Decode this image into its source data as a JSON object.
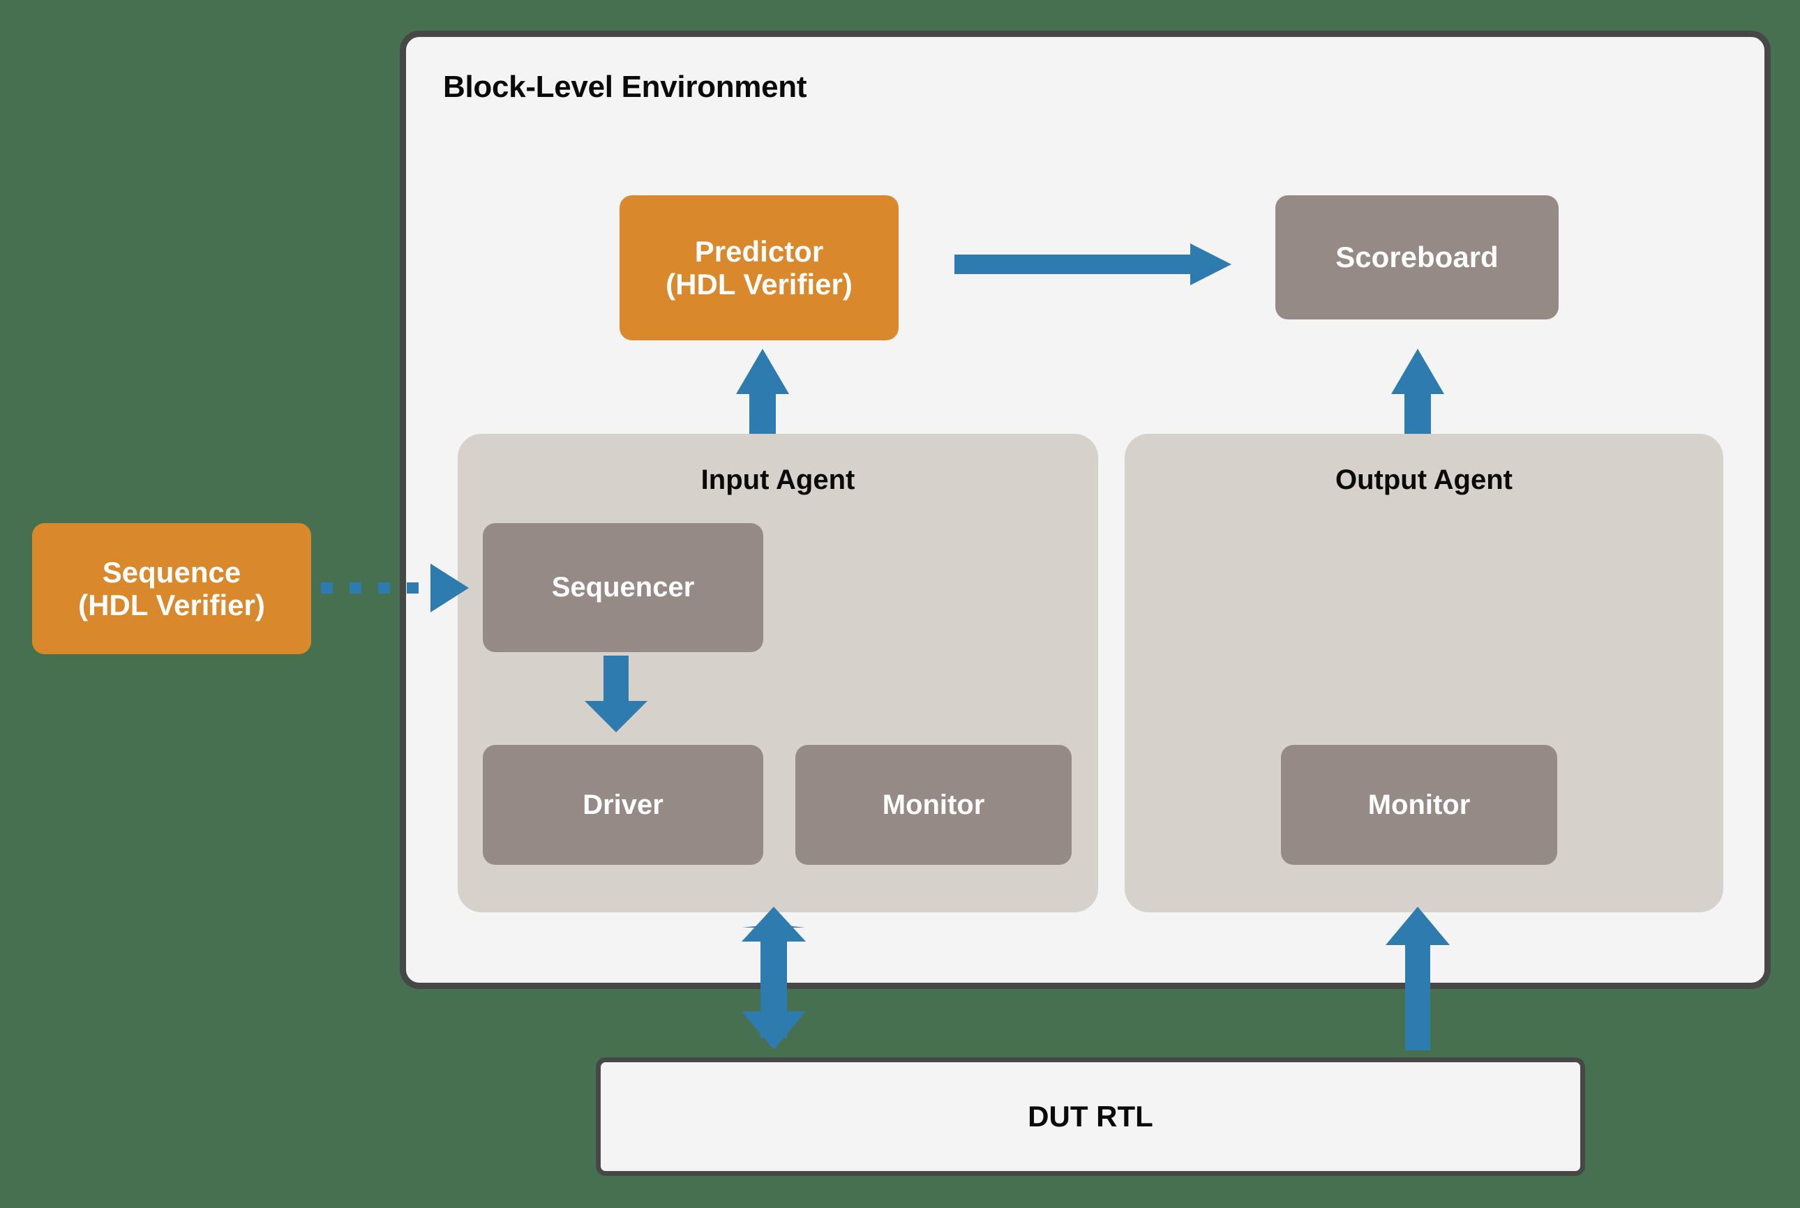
{
  "diagram": {
    "title": "Block-Level Environment",
    "background_color": "#477050",
    "env_fill": "#F4F4F4",
    "env_border": "#474747",
    "accent_orange": "#D9882B",
    "accent_gray": "#958A86",
    "panel_gray": "#D6D1CA",
    "arrow_blue": "#2E7BB0"
  },
  "env": {
    "title": "Block-Level Environment"
  },
  "nodes": {
    "predictor": {
      "label_line1": "Predictor",
      "label_line2": "(HDL Verifier)",
      "color": "#D9882B"
    },
    "scoreboard": {
      "label": "Scoreboard",
      "color": "#958A86"
    },
    "sequence": {
      "label_line1": "Sequence",
      "label_line2": "(HDL Verifier)",
      "color": "#D9882B"
    },
    "input_agent": {
      "title": "Input Agent"
    },
    "output_agent": {
      "title": "Output Agent"
    },
    "sequencer": {
      "label": "Sequencer",
      "color": "#958A86"
    },
    "driver": {
      "label": "Driver",
      "color": "#958A86"
    },
    "monitor_input": {
      "label": "Monitor",
      "color": "#958A86"
    },
    "monitor_output": {
      "label": "Monitor",
      "color": "#958A86"
    },
    "dut": {
      "label": "DUT RTL"
    }
  },
  "connections": [
    {
      "name": "sequence-to-sequencer",
      "from": "Sequence (HDL Verifier)",
      "to": "Sequencer",
      "style": "dotted",
      "direction": "right"
    },
    {
      "name": "sequencer-to-driver",
      "from": "Sequencer",
      "to": "Driver",
      "style": "solid",
      "direction": "down"
    },
    {
      "name": "input-agent-to-predictor",
      "from": "Input Agent",
      "to": "Predictor (HDL Verifier)",
      "style": "solid",
      "direction": "up"
    },
    {
      "name": "predictor-to-scoreboard",
      "from": "Predictor (HDL Verifier)",
      "to": "Scoreboard",
      "style": "solid",
      "direction": "right"
    },
    {
      "name": "output-agent-to-scoreboard",
      "from": "Output Agent",
      "to": "Scoreboard",
      "style": "solid",
      "direction": "up"
    },
    {
      "name": "input-agent-to-dut",
      "from": "Input Agent",
      "to": "DUT RTL",
      "style": "solid",
      "direction": "bidirectional"
    },
    {
      "name": "dut-to-output-agent",
      "from": "DUT RTL",
      "to": "Output Agent",
      "style": "solid",
      "direction": "up"
    }
  ]
}
